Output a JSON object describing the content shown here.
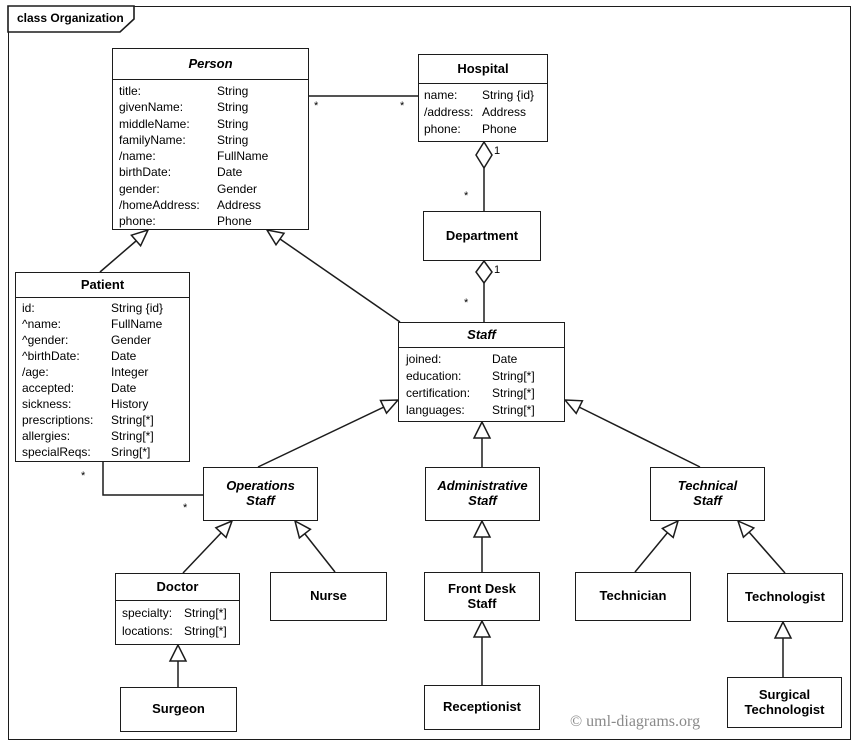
{
  "frame": {
    "title": "class Organization"
  },
  "copyright": "© uml-diagrams.org",
  "multiplicities": [
    "*",
    "*",
    "1",
    "*",
    "1",
    "*",
    "*",
    "*"
  ],
  "classes": {
    "person": {
      "name": "Person",
      "abstract": true,
      "attrs": [
        {
          "n": "title:",
          "t": "String"
        },
        {
          "n": "givenName:",
          "t": "String"
        },
        {
          "n": "middleName:",
          "t": "String"
        },
        {
          "n": "familyName:",
          "t": "String"
        },
        {
          "n": "/name:",
          "t": "FullName"
        },
        {
          "n": "birthDate:",
          "t": "Date"
        },
        {
          "n": "gender:",
          "t": "Gender"
        },
        {
          "n": "/homeAddress:",
          "t": "Address"
        },
        {
          "n": "phone:",
          "t": "Phone"
        }
      ]
    },
    "hospital": {
      "name": "Hospital",
      "abstract": false,
      "attrs": [
        {
          "n": "name:",
          "t": "String {id}"
        },
        {
          "n": "/address:",
          "t": "Address"
        },
        {
          "n": "phone:",
          "t": "Phone"
        }
      ]
    },
    "patient": {
      "name": "Patient",
      "abstract": false,
      "attrs": [
        {
          "n": "id:",
          "t": "String {id}"
        },
        {
          "n": "^name:",
          "t": "FullName"
        },
        {
          "n": "^gender:",
          "t": "Gender"
        },
        {
          "n": "^birthDate:",
          "t": "Date"
        },
        {
          "n": "/age:",
          "t": "Integer"
        },
        {
          "n": "accepted:",
          "t": "Date"
        },
        {
          "n": "sickness:",
          "t": "History"
        },
        {
          "n": "prescriptions:",
          "t": "String[*]"
        },
        {
          "n": "allergies:",
          "t": "String[*]"
        },
        {
          "n": "specialReqs:",
          "t": "Sring[*]"
        }
      ]
    },
    "department": {
      "name": "Department",
      "abstract": false
    },
    "staff": {
      "name": "Staff",
      "abstract": true,
      "attrs": [
        {
          "n": "joined:",
          "t": "Date"
        },
        {
          "n": "education:",
          "t": "String[*]"
        },
        {
          "n": "certification:",
          "t": "String[*]"
        },
        {
          "n": "languages:",
          "t": "String[*]"
        }
      ]
    },
    "operations_staff": {
      "name": "Operations Staff",
      "abstract": true
    },
    "administrative_staff": {
      "name": "Administrative Staff",
      "abstract": true
    },
    "technical_staff": {
      "name": "Technical Staff",
      "abstract": true
    },
    "doctor": {
      "name": "Doctor",
      "abstract": false,
      "attrs": [
        {
          "n": "specialty:",
          "t": "String[*]"
        },
        {
          "n": "locations:",
          "t": "String[*]"
        }
      ]
    },
    "nurse": {
      "name": "Nurse",
      "abstract": false
    },
    "front_desk_staff": {
      "name": "Front Desk Staff",
      "abstract": false
    },
    "technician": {
      "name": "Technician",
      "abstract": false
    },
    "technologist": {
      "name": "Technologist",
      "abstract": false
    },
    "surgeon": {
      "name": "Surgeon",
      "abstract": false
    },
    "receptionist": {
      "name": "Receptionist",
      "abstract": false
    },
    "surgical_technologist": {
      "name": "Surgical Technologist",
      "abstract": false
    }
  }
}
